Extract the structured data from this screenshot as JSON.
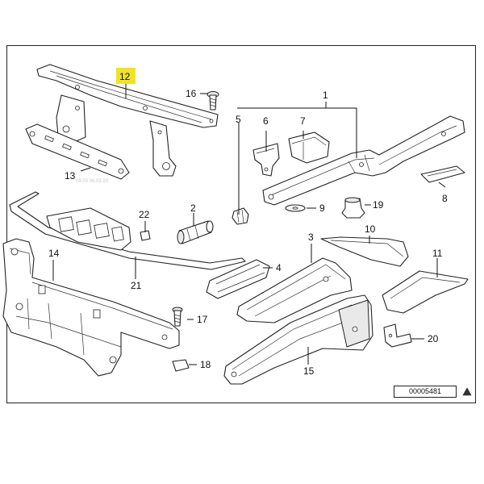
{
  "callouts": [
    {
      "id": "1",
      "label": "1"
    },
    {
      "id": "2",
      "label": "2"
    },
    {
      "id": "3",
      "label": "3"
    },
    {
      "id": "4",
      "label": "4"
    },
    {
      "id": "5",
      "label": "5"
    },
    {
      "id": "6",
      "label": "6"
    },
    {
      "id": "7",
      "label": "7"
    },
    {
      "id": "8",
      "label": "8"
    },
    {
      "id": "9",
      "label": "9"
    },
    {
      "id": "10",
      "label": "10"
    },
    {
      "id": "11",
      "label": "11"
    },
    {
      "id": "12",
      "label": "12",
      "highlighted": true
    },
    {
      "id": "13",
      "label": "13"
    },
    {
      "id": "14",
      "label": "14"
    },
    {
      "id": "15",
      "label": "15"
    },
    {
      "id": "16",
      "label": "16"
    },
    {
      "id": "17",
      "label": "17"
    },
    {
      "id": "18",
      "label": "18"
    },
    {
      "id": "19",
      "label": "19"
    },
    {
      "id": "20",
      "label": "20"
    },
    {
      "id": "21",
      "label": "21"
    },
    {
      "id": "22",
      "label": "22"
    }
  ],
  "diagram_number": "00005481",
  "watermark": "09.03 06.03 20",
  "colors": {
    "highlight": "#f1e22a",
    "line": "#222222",
    "background": "#ffffff"
  },
  "icons": {
    "corner_marker": "triangle-marker-icon"
  }
}
